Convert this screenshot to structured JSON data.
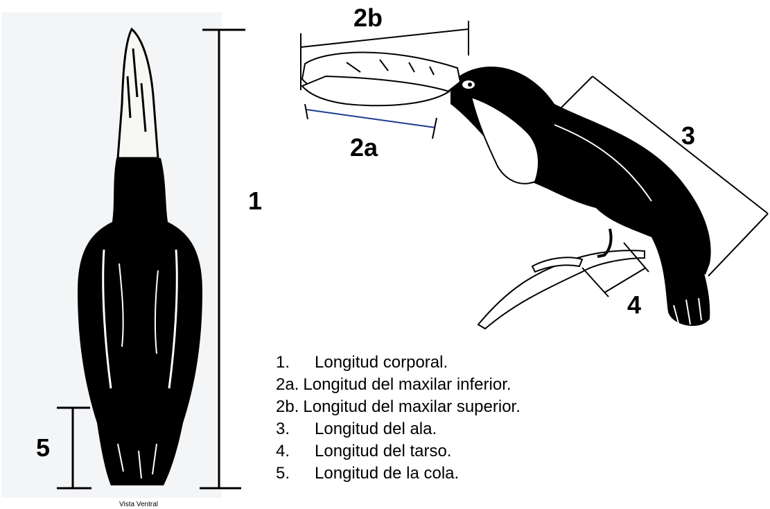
{
  "labels": {
    "total_length": "1",
    "lower_bill": "2a",
    "upper_bill": "2b",
    "wing": "3",
    "tarsus": "4",
    "tail": "5"
  },
  "caption": "Vista Ventral",
  "legend": [
    {
      "num": "1.",
      "text": "Longitud corporal."
    },
    {
      "num": "2a.",
      "text": "Longitud del maxilar inferior."
    },
    {
      "num": "2b.",
      "text": "Longitud del maxilar superior."
    },
    {
      "num": "3.",
      "text": "Longitud del ala."
    },
    {
      "num": "4.",
      "text": "Longitud del tarso."
    },
    {
      "num": "5.",
      "text": "Longitud de la cola."
    }
  ],
  "colors": {
    "ink": "#000000",
    "bill_line": "#1f3c8f",
    "paper": "#ffffff"
  }
}
